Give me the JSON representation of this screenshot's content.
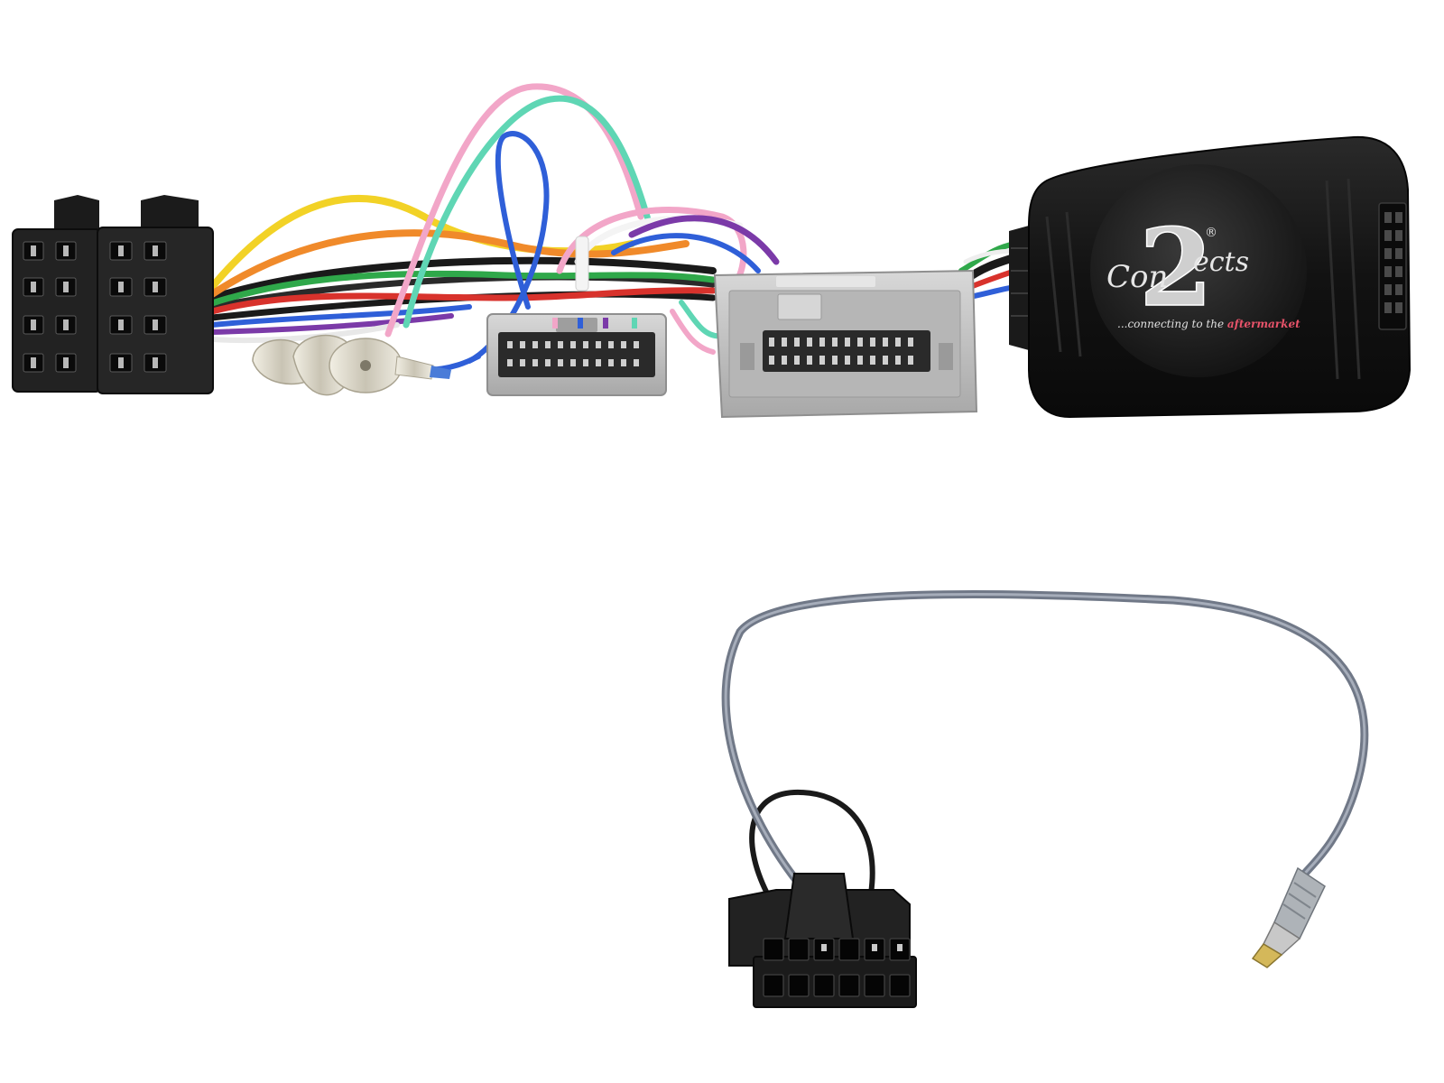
{
  "brand": {
    "logo_numeral": "2",
    "logo_word_left": "Con",
    "logo_word_right": "ects",
    "registered_mark": "®",
    "tagline_prefix": "...connecting to the ",
    "tagline_highlight": "aftermarket"
  },
  "colors": {
    "background": "#ffffff",
    "module_body": "#121212",
    "connector_grey": "#c4c4c4",
    "connector_black": "#1e1e1e",
    "tagline_accent": "#e8536a",
    "wire_yellow": "#f2d226",
    "wire_orange": "#f08a2a",
    "wire_red": "#d8322c",
    "wire_green": "#2fa84a",
    "wire_blue": "#2f5fd8",
    "wire_purple": "#7b3aa8",
    "wire_pink": "#f2a6c8",
    "wire_teal": "#5fd6b4",
    "wire_white": "#f4f4f4",
    "wire_black": "#1a1a1a",
    "cable_grey": "#8f97a6"
  },
  "components": {
    "iso_connectors": "iso-connector-pair",
    "vehicle_plug_a": "vehicle-plug-small",
    "vehicle_plug_b": "vehicle-plug-large",
    "interface_box": "interface-module",
    "patch_lead": "patch-lead",
    "patch_plug": "twelve-pin-plug",
    "jack_plug": "jack-plug"
  }
}
